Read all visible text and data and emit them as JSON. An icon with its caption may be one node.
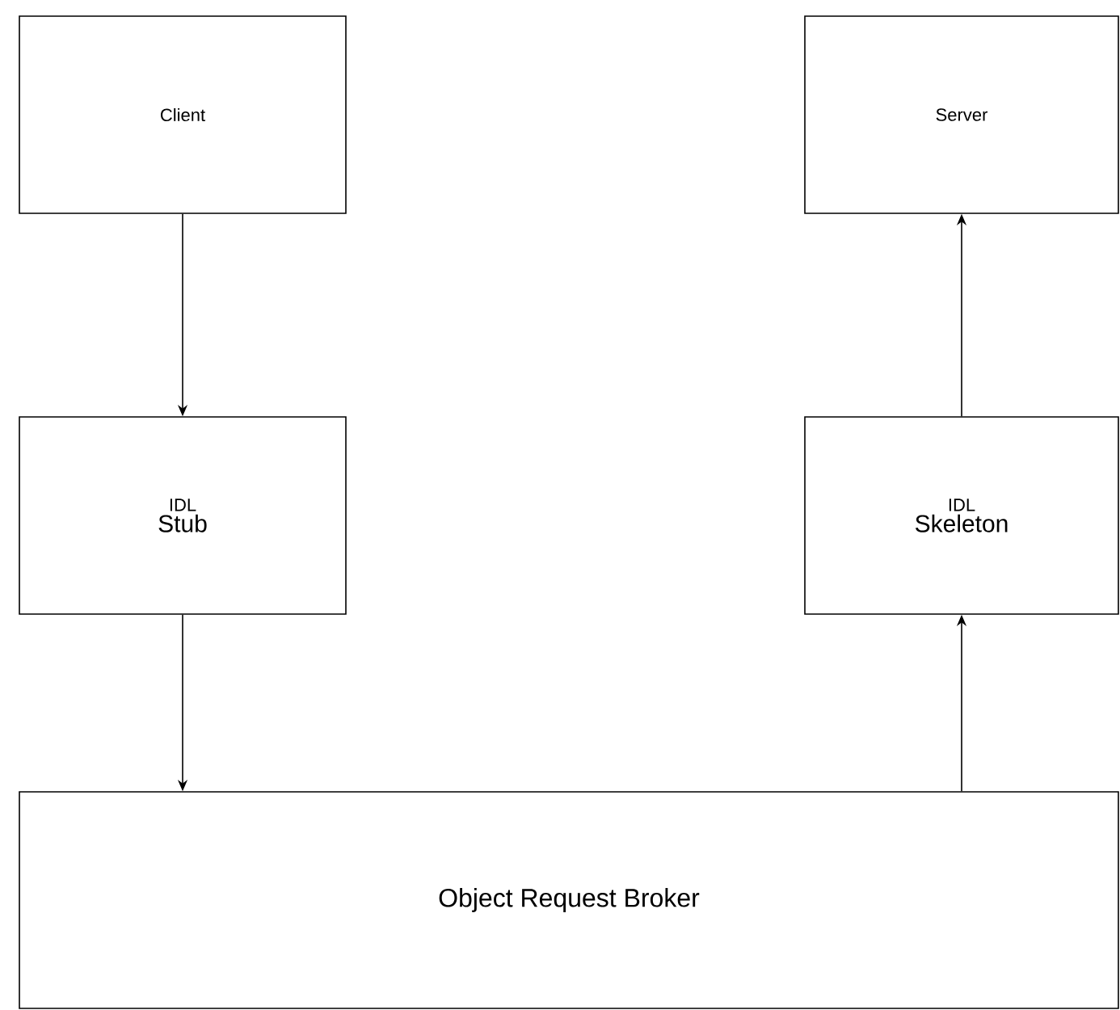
{
  "diagram": {
    "nodes": [
      {
        "text": [
          "Client"
        ]
      },
      {
        "text": [
          "Server"
        ]
      },
      {
        "text": [
          "IDL",
          "Stub"
        ]
      },
      {
        "text": [
          "IDL",
          "Skeleton"
        ]
      },
      {
        "text": [
          "Object Request Broker"
        ]
      }
    ],
    "edges": [
      {
        "from": 0,
        "to": 2,
        "arrow": "to"
      },
      {
        "from": 2,
        "to": 4,
        "arrow": "to"
      },
      {
        "from": 4,
        "to": 3,
        "arrow": "to"
      },
      {
        "from": 3,
        "to": 1,
        "arrow": "to"
      }
    ]
  }
}
